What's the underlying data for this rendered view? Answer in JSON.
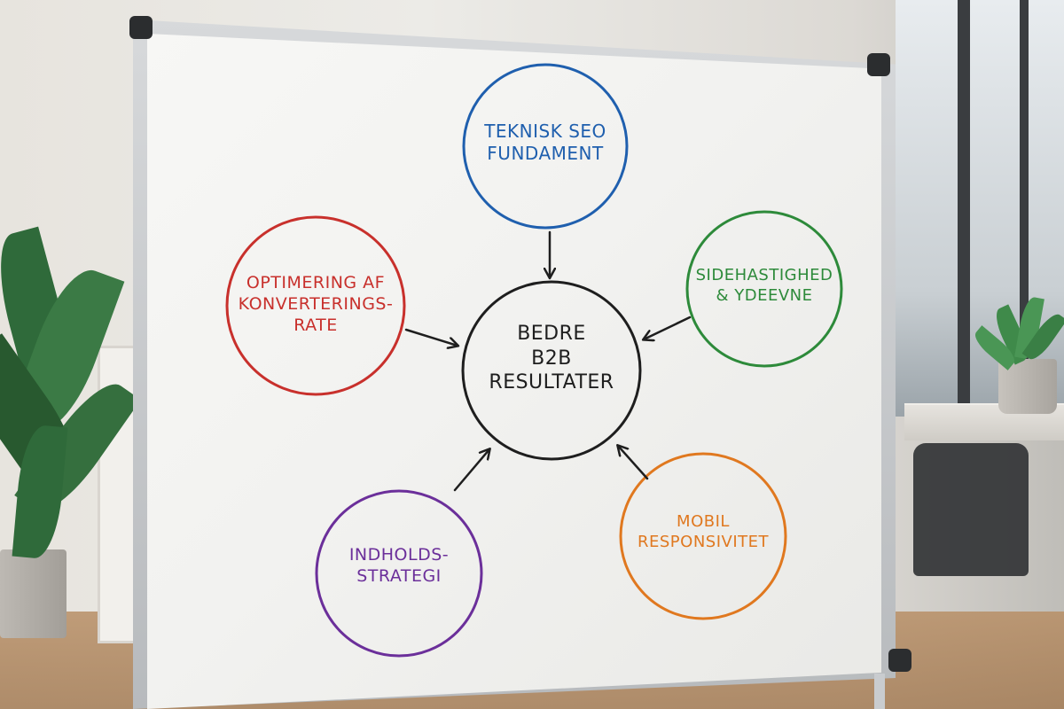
{
  "diagram": {
    "center": {
      "lines": [
        "BEDRE",
        "B2B",
        "RESULTATER"
      ],
      "color": "#1e1e1e"
    },
    "nodes": {
      "top": {
        "lines": [
          "TEKNISK SEO",
          "FUNDAMENT"
        ],
        "color": "#1f5fae"
      },
      "left": {
        "lines": [
          "OPTIMERING AF",
          "KONVERTERINGS-",
          "RATE"
        ],
        "color": "#c8302c"
      },
      "right": {
        "lines": [
          "SIDEHASTIGHED",
          "& YDEEVNE"
        ],
        "color": "#2d8a3a"
      },
      "bottom_left": {
        "lines": [
          "INDHOLDS-",
          "STRATEGI"
        ],
        "color": "#6b2f9a"
      },
      "bottom_right": {
        "lines": [
          "MOBIL",
          "RESPONSIVITET"
        ],
        "color": "#e0781f"
      }
    }
  }
}
